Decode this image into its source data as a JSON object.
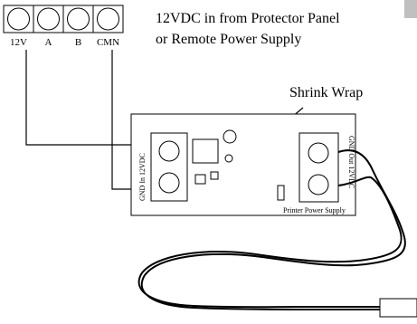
{
  "terminal_block": {
    "labels": [
      "12V",
      "A",
      "B",
      "CMN"
    ]
  },
  "caption": {
    "line1": "12VDC in from Protector Panel",
    "line2": "or Remote Power Supply"
  },
  "shrink_wrap_label": "Shrink Wrap",
  "board": {
    "input_label": "GND  In  12VDC",
    "output_label": "GND  Out  12VDC",
    "name": "Printer Power Supply"
  },
  "colors": {
    "line": "#000000",
    "terminal_fill": "#ffffff",
    "corner_tab": "#c0c0c0"
  }
}
